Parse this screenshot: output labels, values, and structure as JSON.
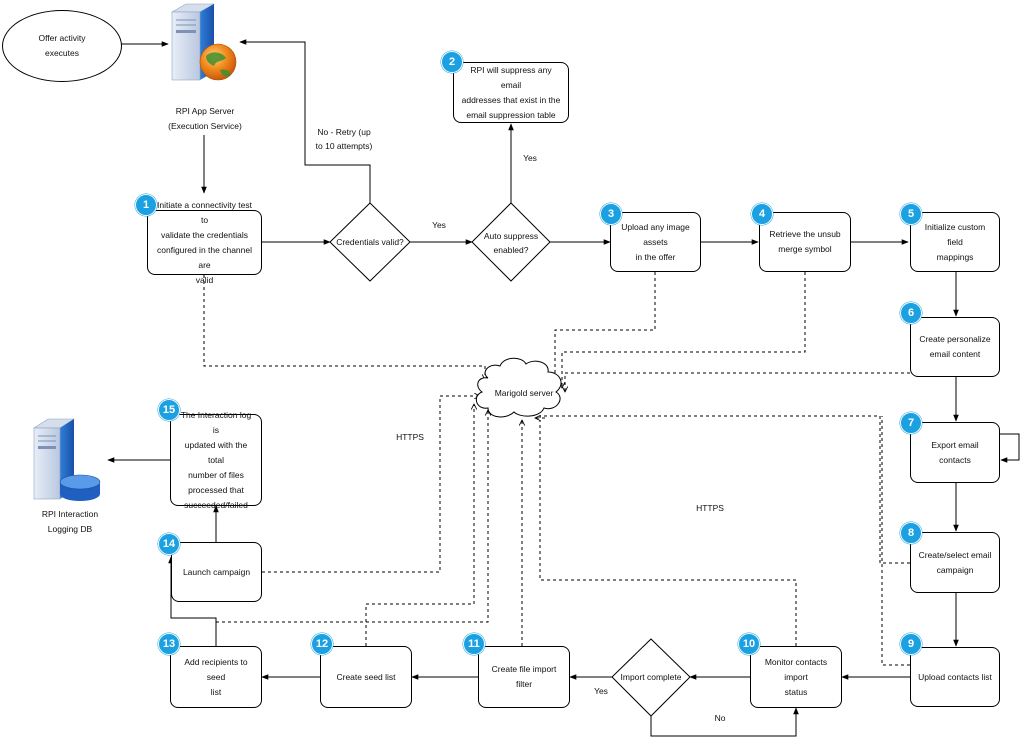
{
  "start_event": "Offer activity\nexecutes",
  "app_server_label": "RPI App Server\n(Execution Service)",
  "db_label": "RPI Interaction\nLogging DB",
  "cloud_label": "Marigold server",
  "steps": {
    "s1": {
      "num": "1",
      "text": "Initiate a connectivity test to\nvalidate the credentials\nconfigured in the channel are\nvalid"
    },
    "s2": {
      "num": "2",
      "text": "RPI will suppress any email\naddresses that exist in the\nemail suppression table"
    },
    "s3": {
      "num": "3",
      "text": "Upload any image\nassets\nin the offer"
    },
    "s4": {
      "num": "4",
      "text": "Retrieve the unsub\nmerge symbol"
    },
    "s5": {
      "num": "5",
      "text": "Initialize custom field\nmappings"
    },
    "s6": {
      "num": "6",
      "text": "Create personalize\nemail content"
    },
    "s7": {
      "num": "7",
      "text": "Export email contacts"
    },
    "s8": {
      "num": "8",
      "text": "Create/select email\ncampaign"
    },
    "s9": {
      "num": "9",
      "text": "Upload contacts list"
    },
    "s10": {
      "num": "10",
      "text": "Monitor contacts import\nstatus"
    },
    "s11": {
      "num": "11",
      "text": "Create file import filter"
    },
    "s12": {
      "num": "12",
      "text": "Create seed list"
    },
    "s13": {
      "num": "13",
      "text": "Add recipients to seed\nlist"
    },
    "s14": {
      "num": "14",
      "text": "Launch campaign"
    },
    "s15": {
      "num": "15",
      "text": "The Interaction log is\nupdated with the total\nnumber of files\nprocessed that\nsucceeded/failed"
    }
  },
  "decisions": {
    "credentials": "Credentials valid?",
    "auto_suppress": "Auto suppress\nenabled?",
    "import_complete": "Import complete"
  },
  "edge_labels": {
    "retry": "No - Retry (up\nto 10 attempts)",
    "creds_yes": "Yes",
    "suppress_yes": "Yes",
    "import_yes": "Yes",
    "import_no": "No",
    "https_left": "HTTPS",
    "https_right": "HTTPS"
  },
  "colors": {
    "badge": "#1ba1e2",
    "stroke": "#000000"
  }
}
